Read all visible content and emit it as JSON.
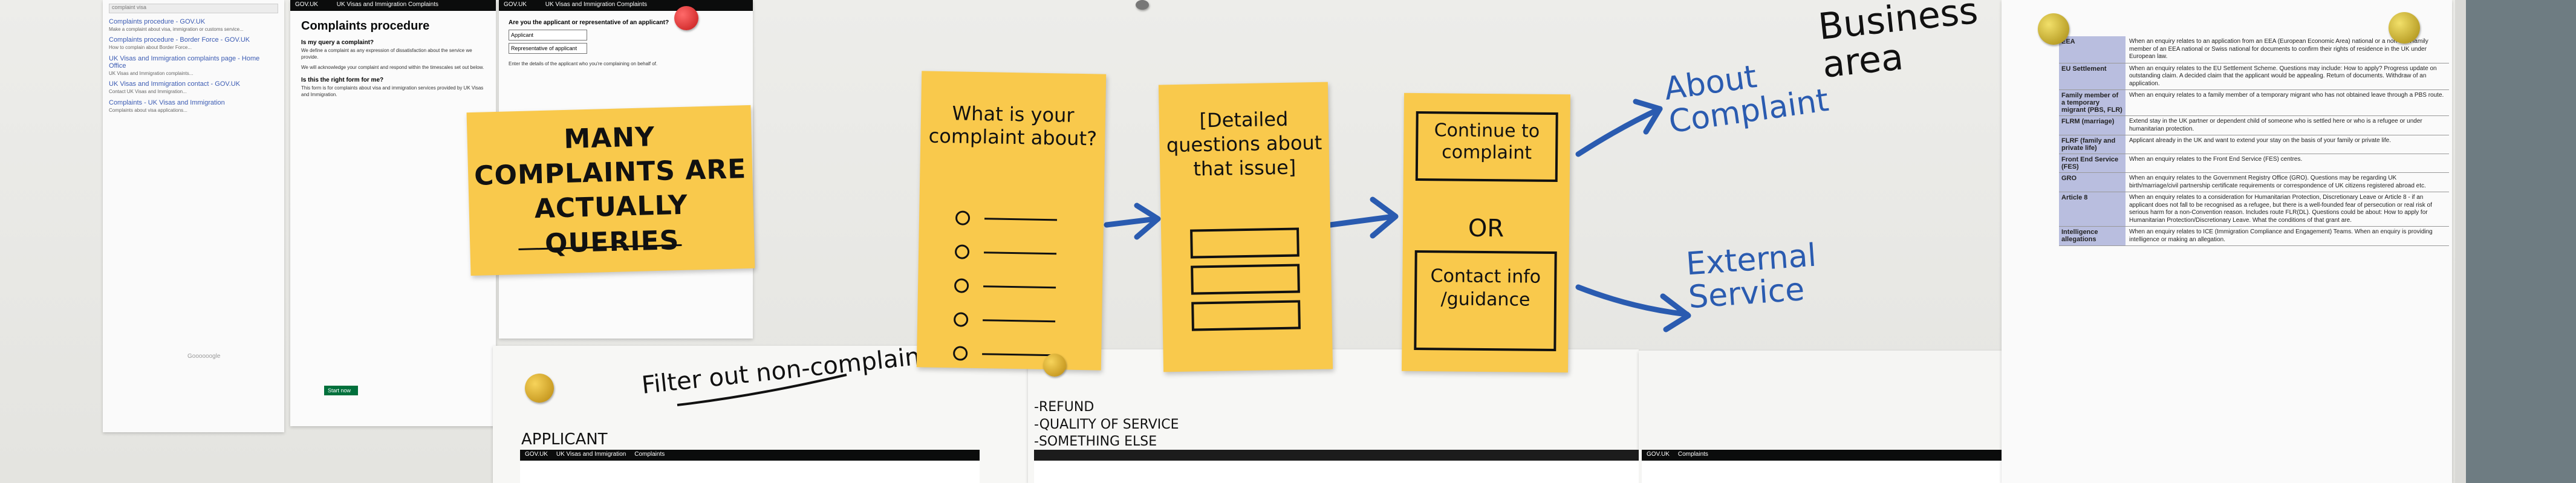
{
  "search_results": {
    "query": "complaint visa",
    "results": [
      "Complaints procedure - GOV.UK",
      "Complaints procedure - Border Force - GOV.UK",
      "UK Visas and Immigration complaints page - Home Office",
      "UK Visas and Immigration contact - GOV.UK",
      "Complaints - UK Visas and Immigration"
    ],
    "footer": "Goooooogle"
  },
  "gov_page": {
    "tabs": [
      "GOV.UK",
      "UK Visas and Immigration Complaints"
    ],
    "title": "Complaints procedure",
    "sections": [
      {
        "q": "Is my query a complaint?",
        "t": "We define a complaint as any expression of dissatisfaction about the service we provide."
      },
      {
        "q": "Is this the right form for me?",
        "t": "This form is for complaints about visa and immigration services provided by UK Visas and Immigration."
      }
    ],
    "start_label": "Start now"
  },
  "gov_page2": {
    "tabs": [
      "GOV.UK",
      "UK Visas and Immigration Complaints"
    ],
    "question": "Are you the applicant or representative of an applicant?",
    "options": [
      "Applicant",
      "Representative of applicant"
    ],
    "note": "Enter the details of the applicant who you're complaining on behalf of."
  },
  "notes": {
    "many_complaints": "MANY COMPLAINTS ARE ACTUALLY QUERIES",
    "what_is": "What is your complaint about?",
    "detailed": "[Detailed questions about that issue]",
    "continue": "Continue to complaint",
    "or": "OR",
    "contact": "Contact info /guidance"
  },
  "handwriting": {
    "about": "About Complaint",
    "external": "External Service",
    "business": "Business area",
    "filter": "Filter out non-complaints",
    "applicant": "APPLICANT",
    "list": [
      "-REFUND",
      "-QUALITY OF SERVICE",
      "-SOMETHING ELSE"
    ]
  },
  "table": {
    "rows": [
      {
        "k": "EEA",
        "v": "When an enquiry relates to an application from an EEA (European Economic Area) national or a non-EEA family member of an EEA national or Swiss national for documents to confirm their rights of residence in the UK under European law."
      },
      {
        "k": "EU Settlement",
        "v": "When an enquiry relates to the EU Settlement Scheme. Questions may include: How to apply? Progress update on outstanding claim. A decided claim that the applicant would be appealing. Return of documents. Withdraw of an application."
      },
      {
        "k": "Family member of a temporary migrant (PBS, FLR)",
        "v": "When an enquiry relates to a family member of a temporary migrant who has not obtained leave through a PBS route."
      },
      {
        "k": "FLRM (marriage)",
        "v": "Extend stay in the UK partner or dependent child of someone who is settled here or who is a refugee or under humanitarian protection."
      },
      {
        "k": "FLRF (family and private life)",
        "v": "Applicant already in the UK and want to extend your stay on the basis of your family or private life."
      },
      {
        "k": "Front End Service (FES)",
        "v": "When an enquiry relates to the Front End Service (FES) centres."
      },
      {
        "k": "GRO",
        "v": "When an enquiry relates to the Government Registry Office (GRO). Questions may be regarding UK birth/marriage/civil partnership certificate requirements or correspondence of UK citizens registered abroad etc."
      },
      {
        "k": "Article 8",
        "v": "When an enquiry relates to a consideration for Humanitarian Protection, Discretionary Leave or Article 8 - if an applicant does not fall to be recognised as a refugee, but there is a well-founded fear of persecution or real risk of serious harm for a non-Convention reason. Includes route FLR(DL). Questions could be about: How to apply for Humanitarian Protection/Discretionary Leave. What the conditions of that grant are."
      },
      {
        "k": "Intelligence allegations",
        "v": "When an enquiry relates to ICE (Immigration Compliance and Engagement) Teams. When an enquiry is providing intelligence or making an allegation."
      }
    ]
  },
  "bottom_tabs": [
    "GOV.UK",
    "UK Visas and Immigration",
    "Complaints"
  ]
}
